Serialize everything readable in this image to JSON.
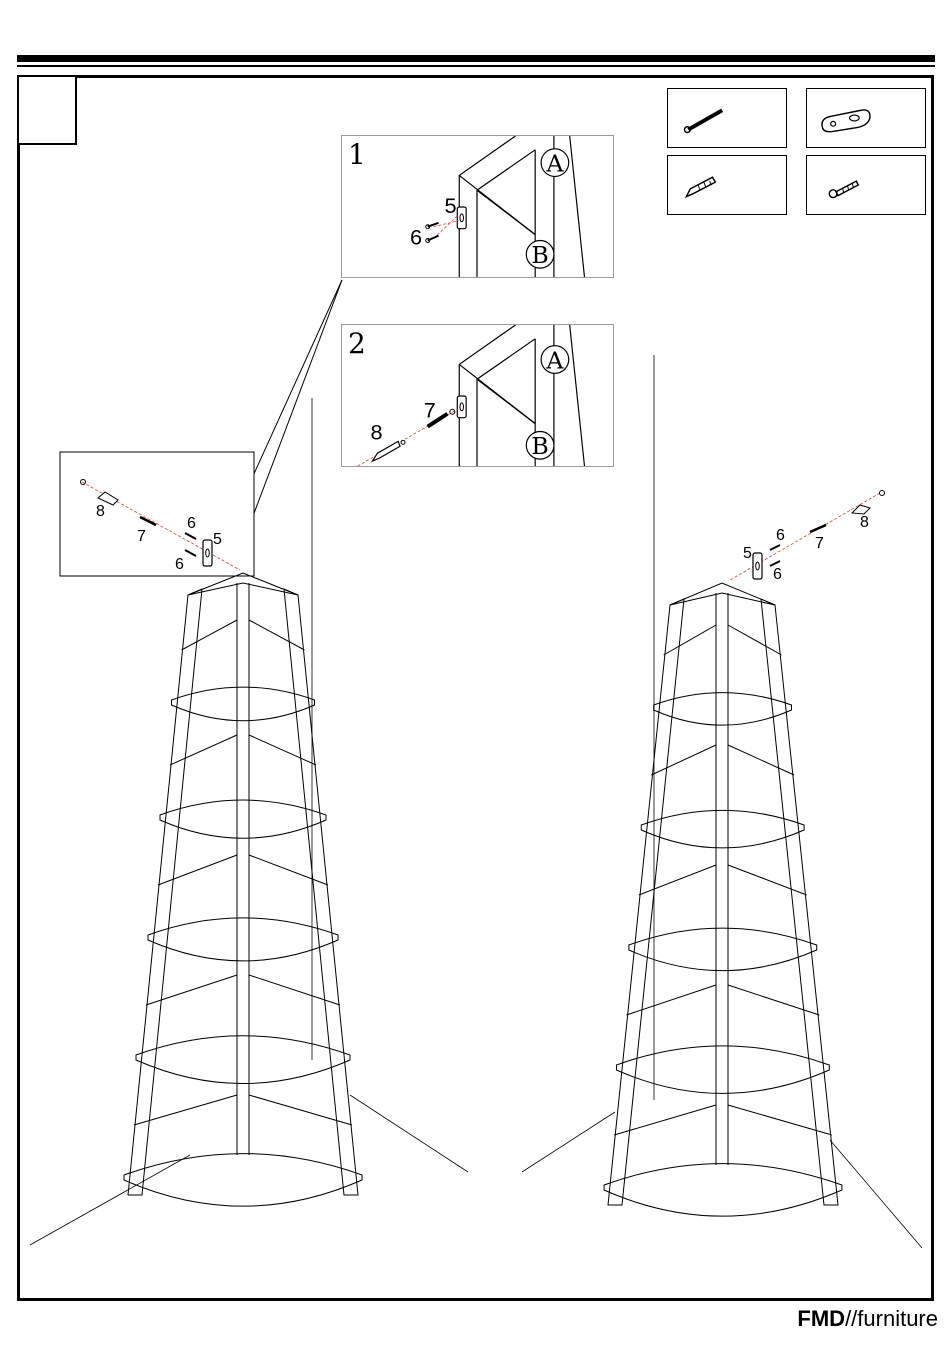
{
  "step": {
    "number": ""
  },
  "details": [
    {
      "number": "1",
      "parts": [
        "5",
        "6"
      ],
      "panels": [
        "A",
        "B"
      ]
    },
    {
      "number": "2",
      "parts": [
        "7",
        "8"
      ],
      "panels": [
        "A",
        "B"
      ]
    }
  ],
  "callouts": {
    "left": [
      "8",
      "7",
      "6",
      "5",
      "6"
    ],
    "right": [
      "5",
      "6",
      "7",
      "6",
      "8"
    ]
  },
  "hardware": [
    {
      "name": "screw-icon"
    },
    {
      "name": "bracket-icon"
    },
    {
      "name": "wall-plug-icon"
    },
    {
      "name": "small-screw-icon"
    }
  ],
  "brand": {
    "bold": "FMD",
    "rest": "//furniture"
  }
}
